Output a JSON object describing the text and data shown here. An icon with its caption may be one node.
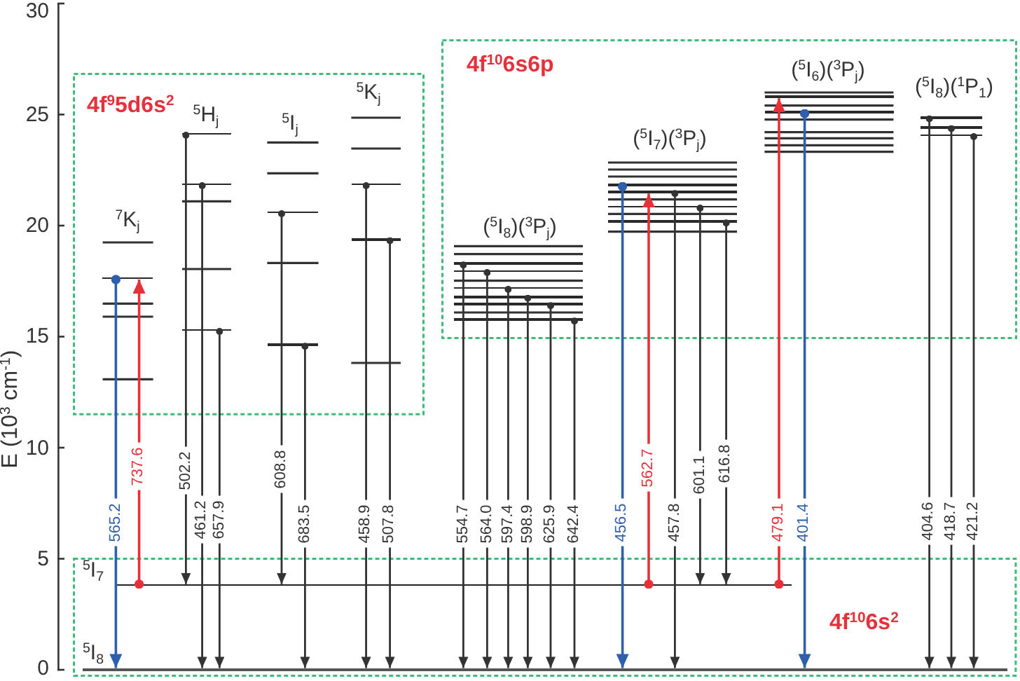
{
  "diagram": {
    "nodes": [
      {
        "text": [
          "4f$^{9}$5d6s$^{2}$"
        ]
      },
      {
        "text": [],
        "shape": "bar",
        "in": 0
      },
      {
        "text": [],
        "shape": "bar",
        "in": 0
      },
      {
        "text": [],
        "shape": "bar",
        "in": 0
      },
      {
        "text": [],
        "shape": "bar",
        "in": 0
      },
      {
        "text": [],
        "shape": "bar",
        "in": 0
      },
      {
        "text": [],
        "shape": "bar",
        "in": 0
      },
      {
        "text": [],
        "shape": "bar",
        "in": 0
      },
      {
        "text": [],
        "shape": "bar",
        "in": 0
      },
      {
        "text": [
          "4f$^{10}$6s6p"
        ]
      },
      {
        "text": [],
        "shape": "bar",
        "in": 9
      },
      {
        "text": [],
        "shape": "bar",
        "in": 9
      },
      {
        "text": [],
        "shape": "bar",
        "in": 9
      },
      {
        "text": [],
        "shape": "bar",
        "in": 9
      },
      {
        "text": [],
        "shape": "bar",
        "in": 9
      },
      {
        "text": [],
        "shape": "bar",
        "in": 9
      },
      {
        "text": [],
        "shape": "bar",
        "in": 9
      },
      {
        "text": [],
        "shape": "bar",
        "in": 9
      },
      {
        "text": [],
        "shape": "bar",
        "in": 9
      },
      {
        "text": [],
        "shape": "bar",
        "in": 9
      },
      {
        "text": [],
        "shape": "bar",
        "in": 9
      },
      {
        "text": [],
        "shape": "bar",
        "in": 9
      },
      {
        "text": [],
        "shape": "bar",
        "in": 9
      },
      {
        "text": [],
        "shape": "bar",
        "in": 9
      },
      {
        "text": [],
        "shape": "bar",
        "in": 9
      },
      {
        "text": [
          "4f$^{10}$6s$^{2}$"
        ]
      },
      {
        "text": [],
        "shape": "bar",
        "in": 25,
        "beside": [
          "$^{5}$I$_{7}$"
        ]
      },
      {
        "text": [],
        "shape": "bar",
        "in": 25,
        "beside": [
          "$^{5}$I$_{8}$"
        ]
      }
    ],
    "edges": [
      {
        "from": 1,
        "to": 27,
        "arrow": "to",
        "label": "565.2",
        "color": "#2e5fad"
      },
      {
        "from": 26,
        "to": 1,
        "arrow": "to",
        "label": "737.6",
        "color": "#e8303a"
      },
      {
        "from": 2,
        "to": 26,
        "arrow": "to",
        "label": "502.2"
      },
      {
        "from": 3,
        "to": 27,
        "arrow": "to",
        "label": "461.2"
      },
      {
        "from": 4,
        "to": 27,
        "arrow": "to",
        "label": "657.9"
      },
      {
        "from": 5,
        "to": 26,
        "arrow": "to",
        "label": "608.8"
      },
      {
        "from": 6,
        "to": 27,
        "arrow": "to",
        "label": "683.5"
      },
      {
        "from": 7,
        "to": 27,
        "arrow": "to",
        "label": "458.9"
      },
      {
        "from": 8,
        "to": 27,
        "arrow": "to",
        "label": "507.8"
      },
      {
        "from": 10,
        "to": 27,
        "arrow": "to",
        "label": "554.7"
      },
      {
        "from": 11,
        "to": 27,
        "arrow": "to",
        "label": "564.0"
      },
      {
        "from": 12,
        "to": 27,
        "arrow": "to",
        "label": "597.4"
      },
      {
        "from": 13,
        "to": 27,
        "arrow": "to",
        "label": "598.9"
      },
      {
        "from": 14,
        "to": 27,
        "arrow": "to",
        "label": "625.9"
      },
      {
        "from": 15,
        "to": 27,
        "arrow": "to",
        "label": "642.4"
      },
      {
        "from": 16,
        "to": 27,
        "arrow": "to",
        "label": "456.5",
        "color": "#2e5fad"
      },
      {
        "from": 26,
        "to": 17,
        "arrow": "to",
        "label": "562.7",
        "color": "#e8303a"
      },
      {
        "from": 17,
        "to": 27,
        "arrow": "to",
        "label": "457.8"
      },
      {
        "from": 18,
        "to": 26,
        "arrow": "to",
        "label": "601.1"
      },
      {
        "from": 19,
        "to": 26,
        "arrow": "to",
        "label": "616.8"
      },
      {
        "from": 26,
        "to": 20,
        "arrow": "to",
        "label": "479.1",
        "color": "#e8303a"
      },
      {
        "from": 21,
        "to": 27,
        "arrow": "to",
        "label": "401.4",
        "color": "#2e5fad"
      },
      {
        "from": 22,
        "to": 27,
        "arrow": "to",
        "label": "404.6"
      },
      {
        "from": 23,
        "to": 27,
        "arrow": "to",
        "label": "418.7"
      },
      {
        "from": 24,
        "to": 27,
        "arrow": "to",
        "label": "421.2"
      }
    ],
    "labels": [
      "30",
      "25",
      "20",
      "15",
      "10",
      "5",
      "0",
      "E (10$^{3}$ cm$^{-1}$)",
      "$^{7}$K$_{j}$",
      "$^{5}$H$_{j}$",
      "$^{5}$I$_{j}$",
      "$^{5}$K$_{j}$",
      "($^{5}$I$_{8}$)($^{3}$P$_{j}$)",
      "($^{5}$I$_{7}$)($^{3}$P$_{j}$)",
      "($^{5}$I$_{6}$)($^{3}$P$_{j}$)",
      "($^{5}$I$_{8}$)($^{1}$P$_{1}$)"
    ]
  }
}
